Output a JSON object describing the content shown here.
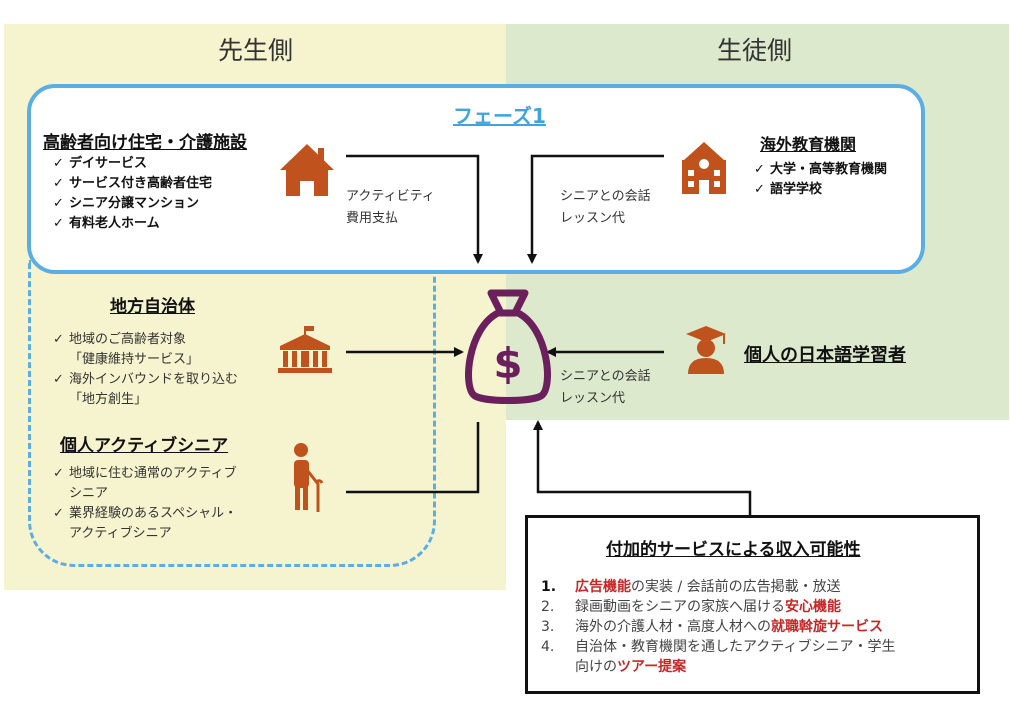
{
  "sides": {
    "teacher": "先生側",
    "student": "生徒側"
  },
  "phase": {
    "title": "フェーズ1"
  },
  "colors": {
    "teacher_bg": "#f6f4cf",
    "student_bg": "#dde9cd",
    "phase_border": "#5aaee4",
    "icon": "#c0531d",
    "money_bag": "#6b1f5c",
    "accent": "#c62828"
  },
  "elderly_housing": {
    "title": "高齢者向け住宅・介護施設",
    "items": [
      "デイサービス",
      "サービス付き高齢者住宅",
      "シニア分譲マンション",
      "有料老人ホーム"
    ],
    "icon": "house-icon"
  },
  "overseas_education": {
    "title": "海外教育機関",
    "items": [
      "大学・高等教育機関",
      "語学学校"
    ],
    "icon": "school-icon"
  },
  "local_government": {
    "title": "地方自治体",
    "items": [
      [
        "地域のご高齢者対象",
        "「健康維持サービス」"
      ],
      [
        "海外インバウンドを取り込む",
        "「地方創生」"
      ]
    ],
    "icon": "government-building-icon"
  },
  "active_senior": {
    "title": "個人アクティブシニア",
    "items": [
      [
        "地域に住む通常のアクティブ",
        "シニア"
      ],
      [
        "業界経験のあるスペシャル・",
        "アクティブシニア"
      ]
    ],
    "icon": "senior-with-cane-icon"
  },
  "individual_learner": {
    "title": "個人の日本語学習者",
    "icon": "graduate-icon"
  },
  "flows": {
    "activity_fee": [
      "アクティビティ",
      "費用支払"
    ],
    "overseas_lesson_fee": [
      "シニアとの会話",
      "レッスン代"
    ],
    "individual_lesson_fee": [
      "シニアとの会話",
      "レッスン代"
    ]
  },
  "center": {
    "icon": "money-bag-icon",
    "symbol": "$"
  },
  "revenue": {
    "title": "付加的サービスによる収入可能性",
    "items": [
      {
        "num": "1.",
        "parts": [
          {
            "text": "広告機能",
            "accent": true
          },
          {
            "text": "の実装 / 会話前の広告掲載・放送",
            "accent": false
          }
        ]
      },
      {
        "num": "2.",
        "parts": [
          {
            "text": "録画動画をシニアの家族へ届ける",
            "accent": false
          },
          {
            "text": "安心機能",
            "accent": true
          }
        ]
      },
      {
        "num": "3.",
        "parts": [
          {
            "text": "海外の介護人材・高度人材への",
            "accent": false
          },
          {
            "text": "就職斡旋サービス",
            "accent": true
          }
        ]
      },
      {
        "num": "4.",
        "parts": [
          {
            "text": "自治体・教育機関を通したアクティブシニア・学生",
            "accent": false
          }
        ]
      },
      {
        "num": "",
        "parts": [
          {
            "text": "向けの",
            "accent": false
          },
          {
            "text": "ツアー提案",
            "accent": true
          }
        ]
      }
    ]
  }
}
